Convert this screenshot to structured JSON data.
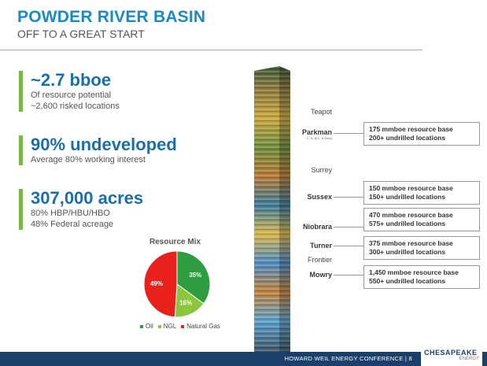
{
  "header": {
    "title": "POWDER RIVER BASIN",
    "subtitle": "OFF TO A GREAT START"
  },
  "stats": [
    {
      "big": "~2.7 bboe",
      "lines": [
        "Of resource potential",
        "~2,600 risked locations"
      ]
    },
    {
      "big": "90% undeveloped",
      "lines": [
        "Average 80% working interest"
      ]
    },
    {
      "big": "307,000 acres",
      "lines": [
        "80% HBP/HBU/HBO",
        "48% Federal acreage"
      ]
    }
  ],
  "formations": {
    "teapot": "Teapot",
    "parkman": "Parkman",
    "parkman_sub": "C, A, B/C, & Deep",
    "surrey": "Surrey",
    "sussex": "Sussex",
    "niobrara": "Niobrara",
    "turner": "Turner",
    "frontier": "Frontier",
    "mowry": "Mowry"
  },
  "resource_boxes": [
    {
      "line1": "175 mmboe resource base",
      "line2": "200+ undrilled locations"
    },
    {
      "line1": "150 mmboe resource base",
      "line2": "150+ undrilled locations"
    },
    {
      "line1": "470 mmboe resource base",
      "line2": "575+ undrilled locations"
    },
    {
      "line1": "375 mmboe resource base",
      "line2": "300+ undrilled locations"
    },
    {
      "line1": "1,450 mmboe resource base",
      "line2": "550+ undrilled locations"
    }
  ],
  "chart_data": {
    "type": "pie",
    "title": "Resource Mix",
    "categories": [
      "Oil",
      "NGL",
      "Natural Gas"
    ],
    "values": [
      35,
      16,
      49
    ],
    "labels": [
      "35%",
      "16%",
      "49%"
    ],
    "colors": [
      "#2e9c3f",
      "#8cc63f",
      "#e8211d"
    ],
    "legend": "bottom"
  },
  "footer": {
    "text": "HOWARD WEIL ENERGY CONFERENCE  |  8",
    "logo_name": "CHESAPEAKE",
    "logo_sub": "ENERGY"
  }
}
